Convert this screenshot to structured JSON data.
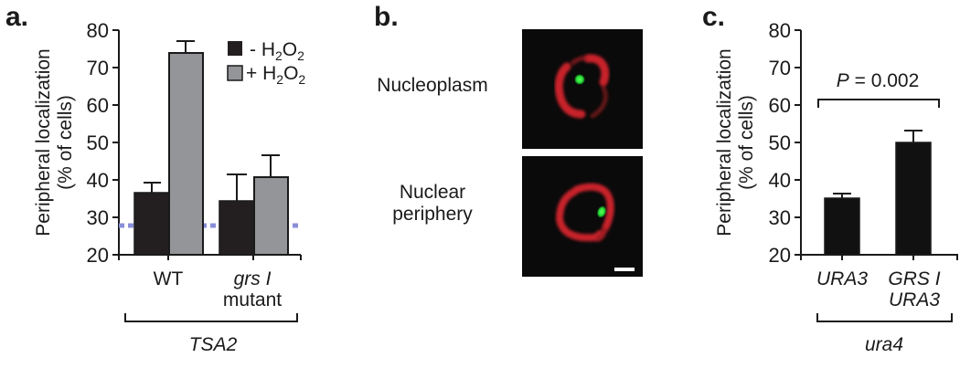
{
  "panels": {
    "a": {
      "label": "a.",
      "ylabel_line1": "Peripheral localization",
      "ylabel_line2": "(% of cells)",
      "yticks": [
        "80",
        "70",
        "60",
        "50",
        "40",
        "30",
        "20"
      ],
      "legend": [
        {
          "sign": "- H",
          "sub": "2",
          "o": "O",
          "sub2": "2",
          "color": "#231f20"
        },
        {
          "sign": "+ H",
          "sub": "2",
          "o": "O",
          "sub2": "2",
          "color": "#939598"
        }
      ],
      "categories": [
        {
          "line1": "WT",
          "line2": "",
          "italic": false
        },
        {
          "line1": "grs I",
          "line2": "mutant",
          "italic_line1": true
        }
      ],
      "group_label": "TSA2",
      "baseline_value": 27.5,
      "baseline_color": "#8a8fd8"
    },
    "b": {
      "label": "b.",
      "row_labels": [
        {
          "line1": "Nucleoplasm",
          "line2": ""
        },
        {
          "line1": "Nuclear",
          "line2": "periphery"
        }
      ]
    },
    "c": {
      "label": "c.",
      "ylabel_line1": "Peripheral localization",
      "ylabel_line2": "(% of cells)",
      "yticks": [
        "80",
        "70",
        "60",
        "50",
        "40",
        "30",
        "20"
      ],
      "pvalue_label": "P",
      "pvalue_text": " = 0.002",
      "categories": [
        {
          "line1": "URA3",
          "line2": ""
        },
        {
          "line1": "GRS I",
          "line2": "URA3"
        }
      ],
      "group_label": "ura4"
    }
  },
  "chart_data": [
    {
      "type": "bar",
      "title": "a.",
      "categories": [
        "WT",
        "grs I mutant"
      ],
      "series": [
        {
          "name": "- H2O2",
          "values": [
            36.5,
            34.5
          ],
          "errors": [
            2.5,
            7.0
          ],
          "color": "#231f20"
        },
        {
          "name": "+ H2O2",
          "values": [
            73.8,
            40.8
          ],
          "errors": [
            3.0,
            5.8
          ],
          "color": "#939598"
        }
      ],
      "xlabel": "TSA2",
      "ylabel": "Peripheral localization (% of cells)",
      "ylim": [
        20,
        80
      ],
      "yticks": [
        20,
        30,
        40,
        50,
        60,
        70,
        80
      ],
      "reference_line": {
        "y": 27.5,
        "style": "dotted",
        "color": "#8a8fd8"
      },
      "legend_position": "upper right",
      "grid": false
    },
    {
      "type": "bar",
      "title": "c.",
      "categories": [
        "URA3",
        "GRS I URA3"
      ],
      "values": [
        35.0,
        50.0
      ],
      "errors": [
        1.2,
        3.2
      ],
      "color": "#111111",
      "xlabel": "ura4",
      "ylabel": "Peripheral localization (% of cells)",
      "ylim": [
        20,
        80
      ],
      "yticks": [
        20,
        30,
        40,
        50,
        60,
        70,
        80
      ],
      "annotations": [
        {
          "text": "P = 0.002",
          "spans": [
            "URA3",
            "GRS I URA3"
          ]
        }
      ],
      "grid": false
    }
  ]
}
